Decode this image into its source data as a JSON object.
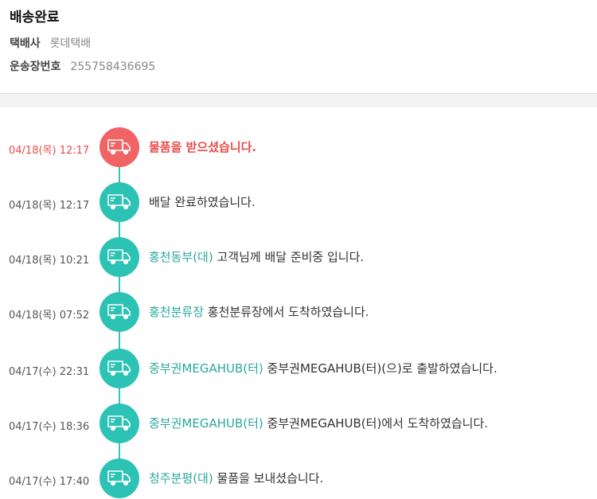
{
  "header": {
    "title": "배송완료",
    "courier_label": "택배사",
    "courier_value": "롯데택배",
    "tracking_label": "운송장번호",
    "tracking_value": "255758436695"
  },
  "colors": {
    "accent": "#2cc3b5",
    "active": "#f06464",
    "location_text": "#2aa89c"
  },
  "icon": "delivery-truck-icon",
  "timeline": [
    {
      "date": "04/18(목) 12:17",
      "location": "",
      "message": "물품을 받으셨습니다.",
      "active": true
    },
    {
      "date": "04/18(목) 12:17",
      "location": "",
      "message": "배달 완료하였습니다.",
      "active": false
    },
    {
      "date": "04/18(목) 10:21",
      "location": "홍천동부(대)",
      "message": "고객님께 배달 준비중 입니다.",
      "active": false
    },
    {
      "date": "04/18(목) 07:52",
      "location": "홍천분류장",
      "message": "홍천분류장에서 도착하였습니다.",
      "active": false
    },
    {
      "date": "04/17(수) 22:31",
      "location": "중부권MEGAHUB(터)",
      "message": "중부권MEGAHUB(터)(으)로 출발하였습니다.",
      "active": false
    },
    {
      "date": "04/17(수) 18:36",
      "location": "중부권MEGAHUB(터)",
      "message": "중부권MEGAHUB(터)에서 도착하였습니다.",
      "active": false
    },
    {
      "date": "04/17(수) 17:40",
      "location": "청주분평(대)",
      "message": "물품을 보내셨습니다.",
      "active": false
    }
  ]
}
